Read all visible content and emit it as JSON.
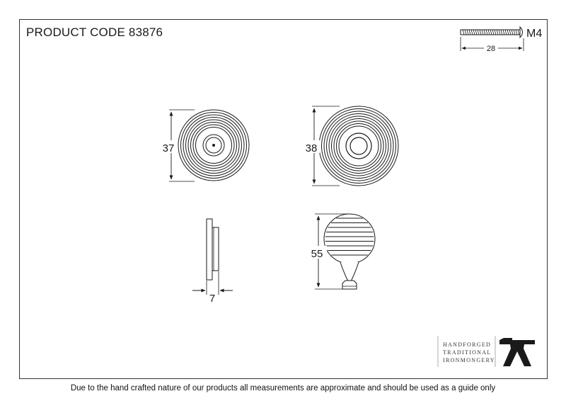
{
  "header": {
    "product_code": "PRODUCT CODE 83876"
  },
  "screw": {
    "size_label": "M4",
    "length_label": "28"
  },
  "dimensions": {
    "rose_diameter": "37",
    "knob_front_diameter": "38",
    "rose_thickness": "7",
    "knob_projection": "55"
  },
  "logo": {
    "line1": "HANDFORGED",
    "line2": "TRADITIONAL",
    "line3": "IRONMONGERY"
  },
  "footer": {
    "disclaimer": "Due to the hand crafted nature of our products all measurements are approximate and should be used as a guide only"
  },
  "colors": {
    "line": "#1a1a1a",
    "frame": "#333333"
  }
}
